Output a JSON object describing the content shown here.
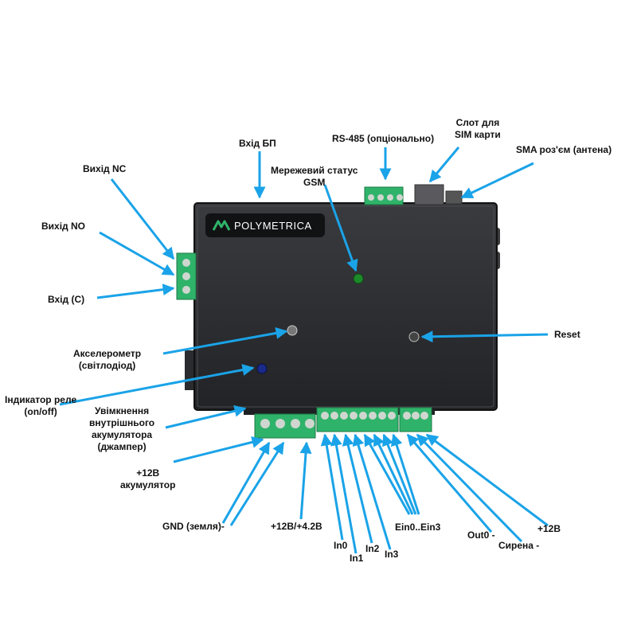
{
  "device": {
    "brand": "POLYMETRICA",
    "colors": {
      "case": "#2b2c2f",
      "terminal": "#2fb36a",
      "arrow": "#1aa3e8",
      "led_power": "#1d8a2a",
      "led_relay": "#1a2a8a"
    }
  },
  "labels": {
    "power_in": "Вхід БП",
    "rs485": "RS-485 (опціонально)",
    "sim_slot_1": "Слот для",
    "sim_slot_2": "SIM карти",
    "sma": "SMA роз'єм (антена)",
    "out_nc": "Вихід NC",
    "out_no": "Вихід NO",
    "in_c": "Вхід (C)",
    "gsm_status_1": "Мережевий статус",
    "gsm_status_2": "GSM",
    "reset": "Reset",
    "accel_1": "Акселерометр",
    "accel_2": "(світлодіод)",
    "relay_ind_1": "Індикатор реле",
    "relay_ind_2": "(on/off)",
    "battery_enable_1": "Увімкнення",
    "battery_enable_2": "внутрішнього",
    "battery_enable_3": "акумулятора",
    "battery_enable_4": "(джампер)",
    "bat12_1": "+12В",
    "bat12_2": "акумулятор",
    "gnd": "GND (земля)-",
    "plus12_42": "+12В/+4.2В",
    "in0": "In0",
    "in1": "In1",
    "in2": "In2",
    "in3": "In3",
    "ein": "Ein0..Ein3",
    "out0": "Out0 -",
    "siren": "Сирена -",
    "plus12": "+12В"
  }
}
